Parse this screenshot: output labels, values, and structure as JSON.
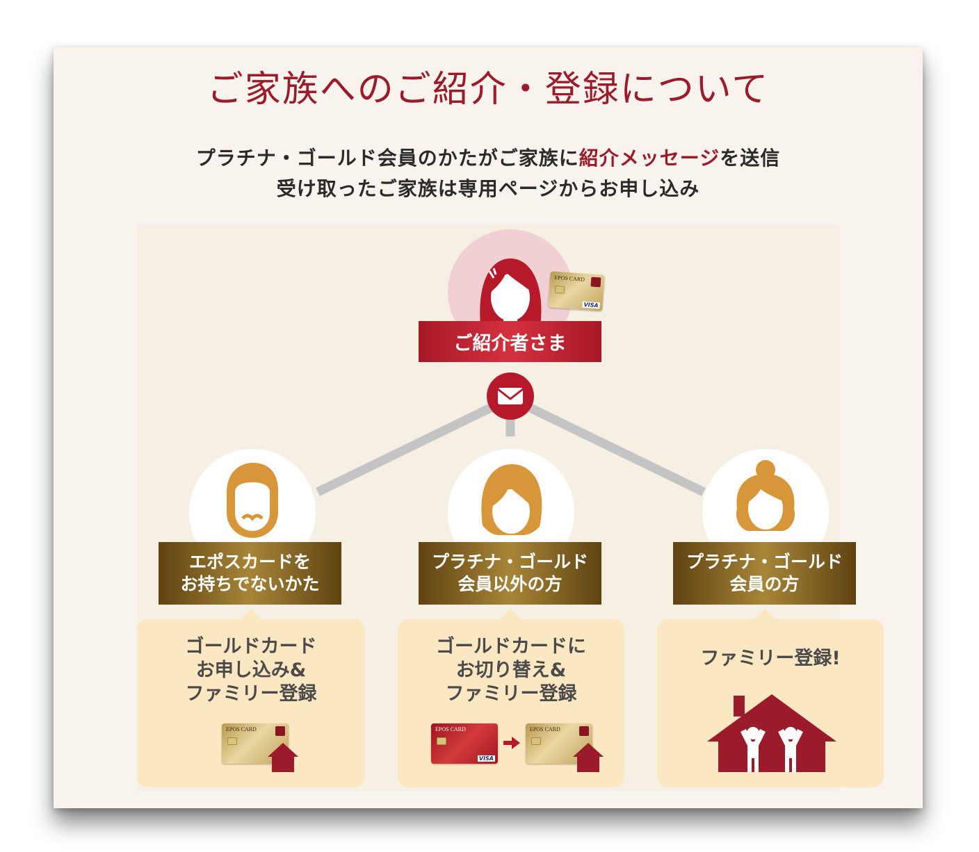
{
  "title": "ご家族へのご紹介・登録について",
  "lead": {
    "line1_a": "プラチナ・ゴールド会員のかたがご家族に",
    "line1_highlight": "紹介メッセージ",
    "line1_b": "を送信",
    "line2": "受け取ったご家族は専用ページからお申し込み"
  },
  "introducer": {
    "label": "ご紹介者さま"
  },
  "recipients": [
    {
      "label_line1": "エポスカードを",
      "label_line2": "お持ちでないかた",
      "box_lines": [
        "ゴールドカード",
        "お申し込み&",
        "ファミリー登録"
      ]
    },
    {
      "label_line1": "プラチナ・ゴールド",
      "label_line2": "会員以外の方",
      "box_lines": [
        "ゴールドカードに",
        "お切り替え&",
        "ファミリー登録"
      ]
    },
    {
      "label_line1": "プラチナ・ゴールド",
      "label_line2": "会員の方",
      "box_lines": [
        "ファミリー登録!"
      ]
    }
  ],
  "card": {
    "brand": "EPOS CARD",
    "network": "VISA"
  },
  "colors": {
    "title": "#9b1b2a",
    "accent_red": "#b5192a",
    "gold_label": "#8a6a2a",
    "box_bg": "#fce7c3",
    "panel_bg": "#f8f3ec",
    "connector": "#c4c4c4",
    "person_gold": "#d8963a"
  },
  "icons": [
    "envelope-icon",
    "house-icon",
    "woman-avatar-icon",
    "man-avatar-icon",
    "person-avatar-icon",
    "arrow-right-icon"
  ]
}
